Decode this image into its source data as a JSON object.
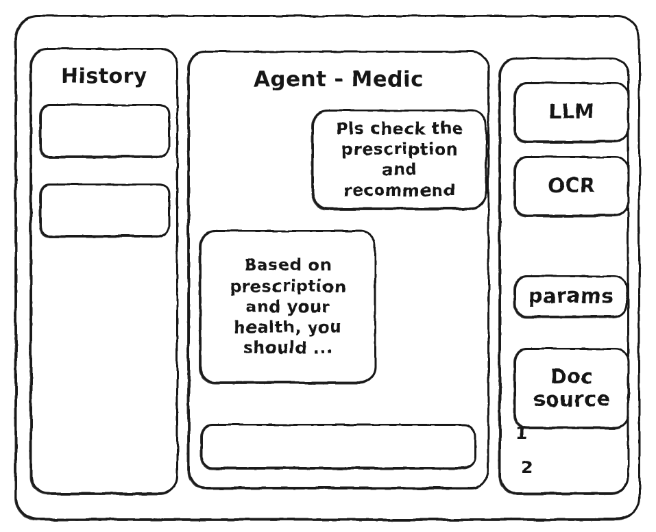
{
  "window": {
    "name": "agent-medic-wireframe"
  },
  "history": {
    "title": "History",
    "items": [
      {
        "label": ""
      },
      {
        "label": ""
      }
    ]
  },
  "agent": {
    "title": "Agent - Medic",
    "messages": [
      {
        "role": "user",
        "text": "Pls check the\nprescription\nand recommend"
      },
      {
        "role": "assistant",
        "text": "Based on\nprescription\nand your\nhealth, you\nshould ..."
      }
    ],
    "composer": {
      "value": "",
      "placeholder": ""
    }
  },
  "tools": {
    "cards": [
      {
        "label": "LLM"
      },
      {
        "label": "OCR"
      },
      {
        "label": "params"
      },
      {
        "label": "Doc\nsource"
      }
    ],
    "doc_sources": [
      {
        "index": "1"
      },
      {
        "index": "2"
      }
    ]
  },
  "colors": {
    "stroke": "#1a1a1a",
    "background": "#ffffff"
  }
}
